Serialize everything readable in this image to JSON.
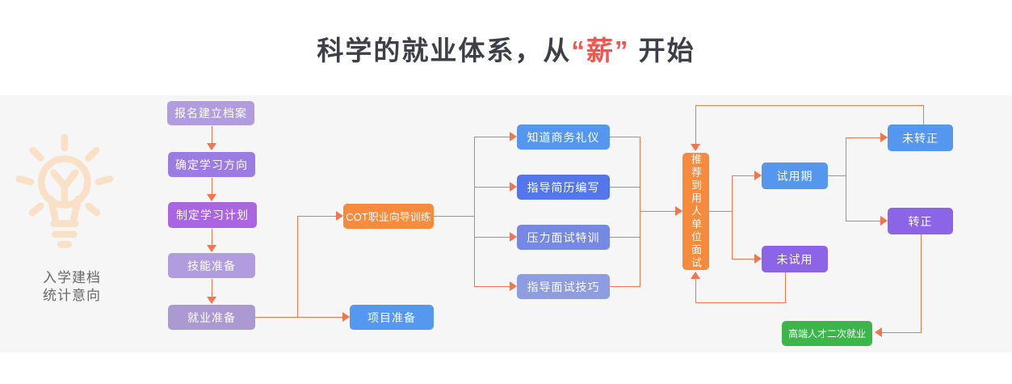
{
  "title": {
    "prefix": "科学的就业体系，从",
    "highlight": "“薪”",
    "suffix": "开始"
  },
  "intro": {
    "icon": "lightbulb-icon",
    "line1": "入学建档",
    "line2": "统计意向"
  },
  "flow": {
    "enroll_steps": [
      {
        "label": "报名建立档案",
        "color": "#b29ce0"
      },
      {
        "label": "确定学习方向",
        "color": "#9c7ce2"
      },
      {
        "label": "制定学习计划",
        "color": "#aa66e0"
      },
      {
        "label": "技能准备",
        "color": "#b19cdd"
      },
      {
        "label": "就业准备",
        "color": "#ab99d2"
      }
    ],
    "training": {
      "label": "COT职业向导训练",
      "color": "#f68b3e"
    },
    "project": {
      "label": "项目准备",
      "color": "#5598f0"
    },
    "coaching": [
      {
        "label": "知道商务礼仪",
        "color": "#5596ef"
      },
      {
        "label": "指导简历编写",
        "color": "#5377ea"
      },
      {
        "label": "压力面试特训",
        "color": "#7589e3"
      },
      {
        "label": "指导面试技巧",
        "color": "#8e9de2"
      }
    ],
    "interview": {
      "label": "推荐到用人单位面试",
      "color": "#f68b3e"
    },
    "probation": {
      "label": "试用期",
      "color": "#5596ef"
    },
    "no_probation": {
      "label": "未试用",
      "color": "#8b64e8"
    },
    "not_regular": {
      "label": "未转正",
      "color": "#5596ef"
    },
    "regular": {
      "label": "转正",
      "color": "#8b64e8"
    },
    "reemployment": {
      "label": "高端人才二次就业",
      "color": "#3cb54a"
    }
  },
  "colors": {
    "connector": "#f0764f",
    "title_text": "#3d4048",
    "title_highlight": "#f2544e",
    "band_background": "#f6f6f6",
    "bulb": "#f9e1c7",
    "caption_text": "#686868"
  }
}
